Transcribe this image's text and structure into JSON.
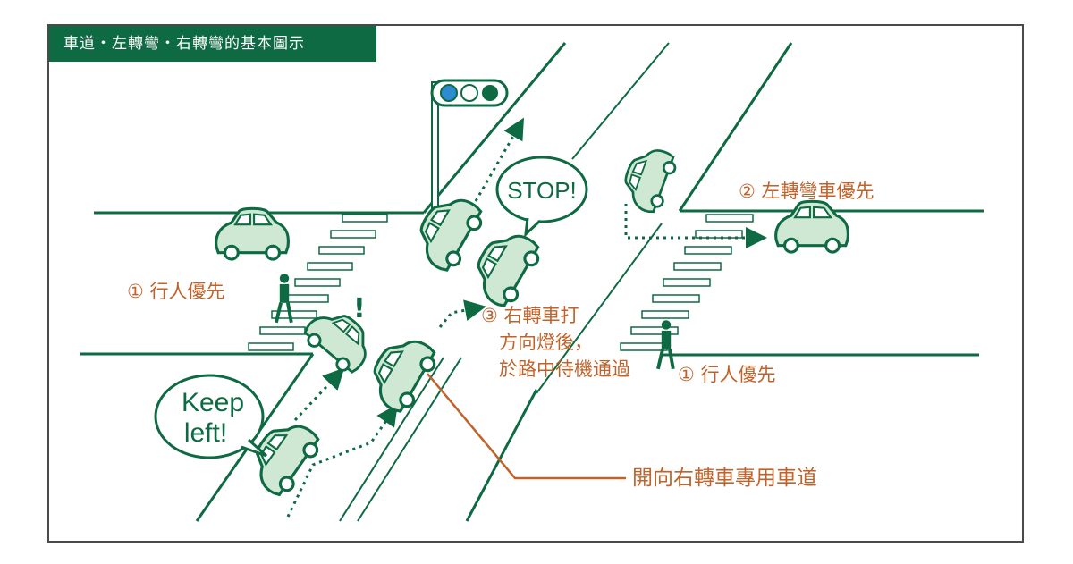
{
  "title": "車道・左轉彎・右轉彎的基本圖示",
  "labels": {
    "ped_left": "① 行人優先",
    "left_turn_priority": "② 左轉彎車優先",
    "right_turn_1": "③ 右轉車打",
    "right_turn_2": "方向燈後，",
    "right_turn_3": "於路中待機通過",
    "ped_right": "① 行人優先",
    "right_lane": "開向右轉車專用車道"
  },
  "bubbles": {
    "stop": "STOP!",
    "keep_1": "Keep",
    "keep_2": "left!"
  },
  "exclaim": "!",
  "colors": {
    "green": "#0e6a43",
    "orange": "#c0622a",
    "light_green": "#cfe8d3",
    "signal_blue": "#2e8bd0"
  }
}
